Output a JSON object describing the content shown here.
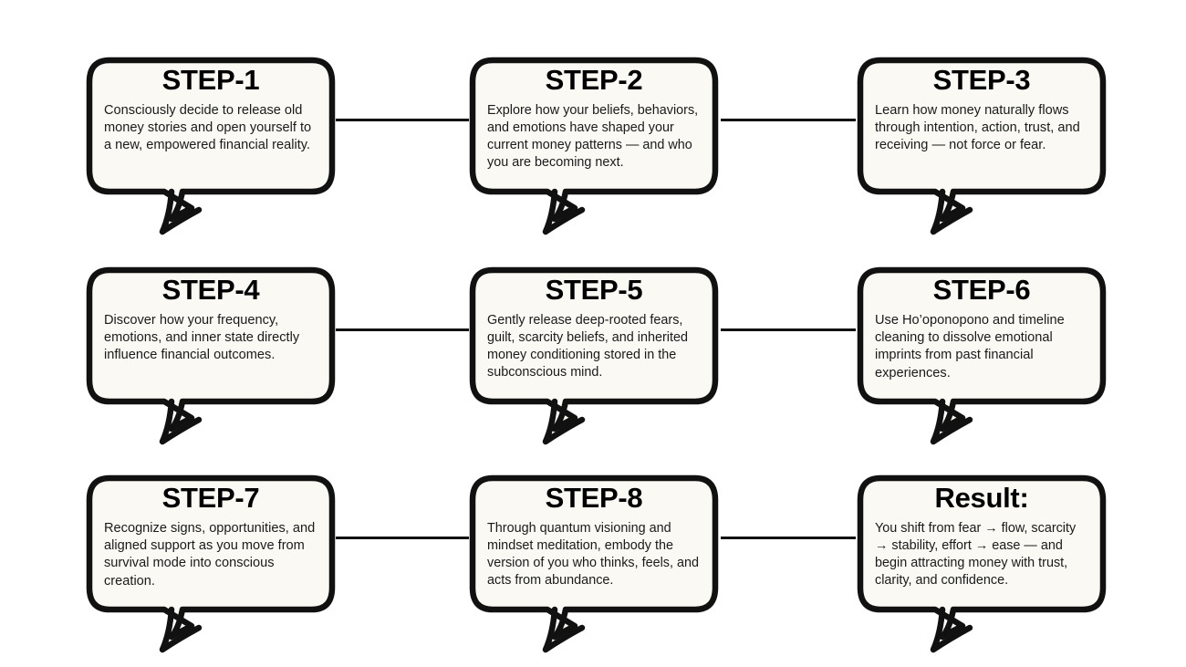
{
  "page": {
    "background_color": "#ffffff",
    "bubble_fill_color": "#faf9f3",
    "bubble_stroke_color": "#111111",
    "text_color": "#1a1a1a",
    "title_color": "#000000"
  },
  "bubbles": [
    {
      "id": "step-1",
      "title": "STEP-1",
      "body": "Consciously decide to release old money stories and open yourself to a new, empowered financial reality."
    },
    {
      "id": "step-2",
      "title": "STEP-2",
      "body": "Explore how your beliefs, behaviors, and emotions have shaped your current money patterns — and who you are becoming next."
    },
    {
      "id": "step-3",
      "title": "STEP-3",
      "body": "Learn how money naturally flows through intention, action, trust, and receiving — not force or fear."
    },
    {
      "id": "step-4",
      "title": "STEP-4",
      "body": "Discover how your frequency, emotions, and inner state directly influence financial outcomes."
    },
    {
      "id": "step-5",
      "title": "STEP-5",
      "body": "Gently release deep-rooted fears, guilt, scarcity beliefs, and inherited money conditioning stored in the subconscious mind."
    },
    {
      "id": "step-6",
      "title": "STEP-6",
      "body": "Use Ho’oponopono and timeline cleaning to dissolve emotional imprints from past financial experiences."
    },
    {
      "id": "step-7",
      "title": "STEP-7",
      "body": "Recognize signs, opportunities, and aligned support as you move from survival mode into conscious creation."
    },
    {
      "id": "step-8",
      "title": "STEP-8",
      "body": "Through quantum visioning and mindset meditation, embody the version of you who thinks, feels, and acts from abundance."
    },
    {
      "id": "result",
      "title": "Result:",
      "body": "You shift from fear → flow, scarcity → stability, effort → ease — and begin attracting money with trust, clarity, and confidence."
    }
  ],
  "connectors": [
    {
      "id": "connector-1-2",
      "from": "step-1",
      "to": "step-2"
    },
    {
      "id": "connector-2-3",
      "from": "step-2",
      "to": "step-3"
    },
    {
      "id": "connector-4-5",
      "from": "step-4",
      "to": "step-5"
    },
    {
      "id": "connector-5-6",
      "from": "step-5",
      "to": "step-6"
    },
    {
      "id": "connector-7-8",
      "from": "step-7",
      "to": "step-8"
    },
    {
      "id": "connector-8-9",
      "from": "step-8",
      "to": "result"
    }
  ]
}
